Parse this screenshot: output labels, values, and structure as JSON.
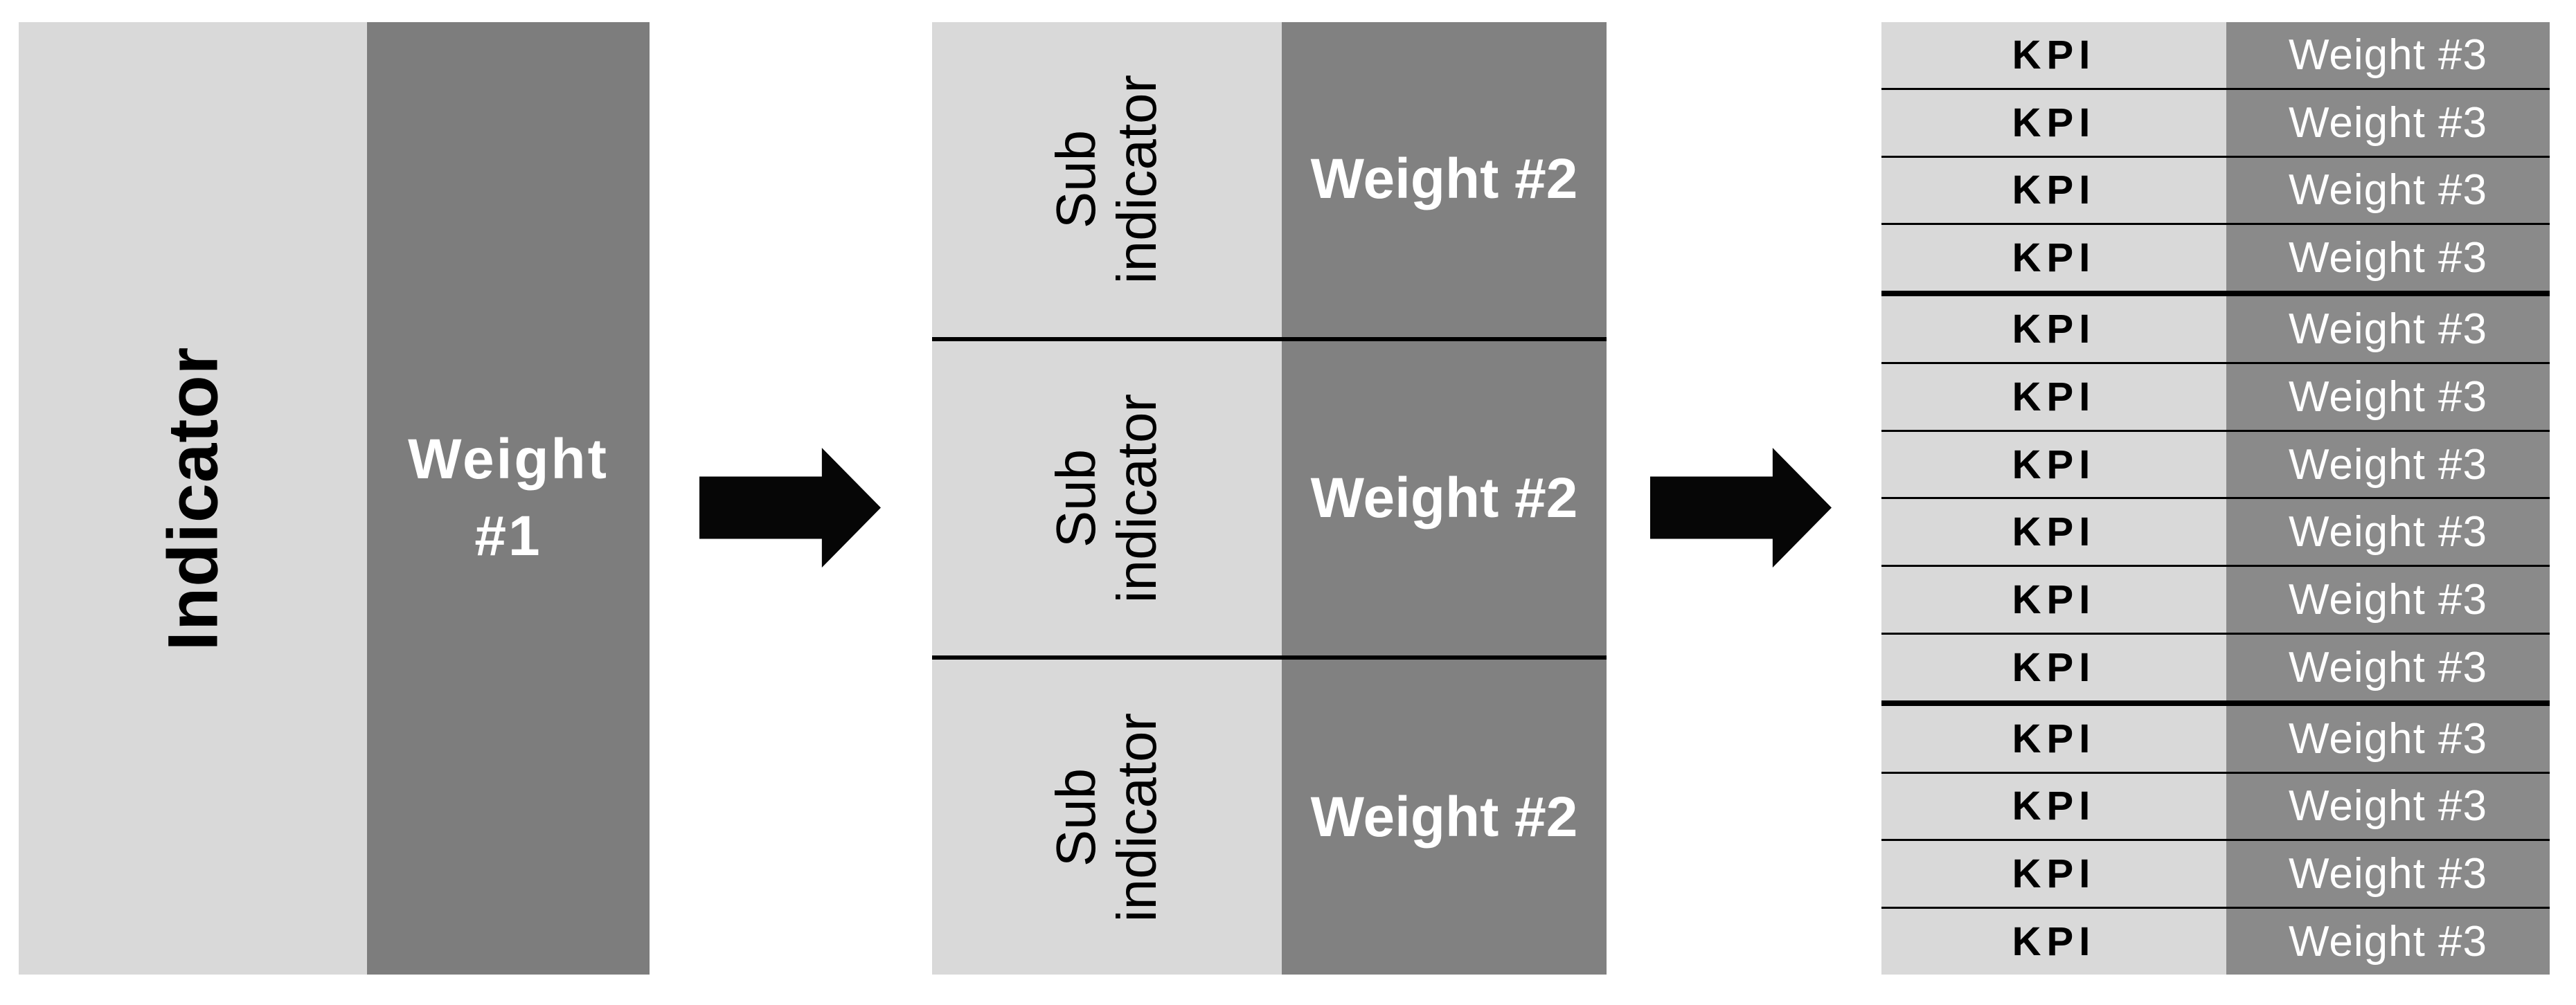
{
  "colors": {
    "bg": "#ffffff",
    "light_gray": "#d9d9d9",
    "dark_gray_1": "#7d7d7d",
    "dark_gray_2": "#818181",
    "dark_gray_3": "#8a8a8a",
    "line_black": "#000000",
    "arrow_black": "#060606",
    "text_black": "#000000",
    "text_white": "#ffffff"
  },
  "indicator_block": {
    "label": "Indicator",
    "weight_label": "Weight\n#1"
  },
  "flow_arrows": [
    {
      "icon": "right-arrow"
    },
    {
      "icon": "right-arrow"
    }
  ],
  "sub_indicator_block": {
    "sections": [
      {
        "label": "Sub\nindicator",
        "weight_label": "Weight #2"
      },
      {
        "label": "Sub\nindicator",
        "weight_label": "Weight #2"
      },
      {
        "label": "Sub\nindicator",
        "weight_label": "Weight #2"
      }
    ]
  },
  "kpi_table": {
    "rows": [
      {
        "kpi_label": "KPI",
        "weight_label": "Weight #3"
      },
      {
        "kpi_label": "KPI",
        "weight_label": "Weight #3"
      },
      {
        "kpi_label": "KPI",
        "weight_label": "Weight #3"
      },
      {
        "kpi_label": "KPI",
        "weight_label": "Weight #3"
      },
      {
        "kpi_label": "KPI",
        "weight_label": "Weight #3"
      },
      {
        "kpi_label": "KPI",
        "weight_label": "Weight #3"
      },
      {
        "kpi_label": "KPI",
        "weight_label": "Weight #3"
      },
      {
        "kpi_label": "KPI",
        "weight_label": "Weight #3"
      },
      {
        "kpi_label": "KPI",
        "weight_label": "Weight #3"
      },
      {
        "kpi_label": "KPI",
        "weight_label": "Weight #3"
      },
      {
        "kpi_label": "KPI",
        "weight_label": "Weight #3"
      },
      {
        "kpi_label": "KPI",
        "weight_label": "Weight #3"
      },
      {
        "kpi_label": "KPI",
        "weight_label": "Weight #3"
      },
      {
        "kpi_label": "KPI",
        "weight_label": "Weight #3"
      }
    ],
    "thick_divider_after_rows": [
      4,
      10
    ]
  }
}
